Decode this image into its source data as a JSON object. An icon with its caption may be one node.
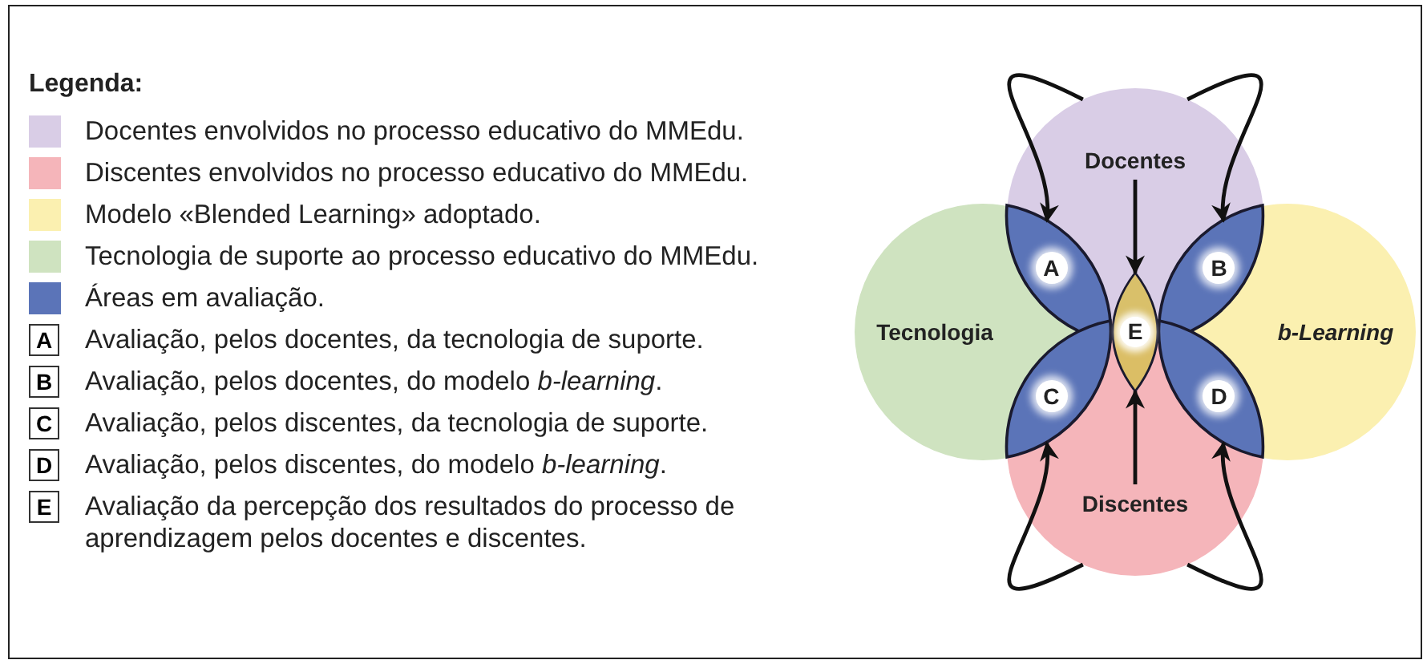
{
  "diagram": {
    "nodes": [
      {
        "text": [
          "Docentes"
        ]
      },
      {
        "text": [
          "Tecnologia"
        ]
      },
      {
        "text": [
          "b-Learning"
        ]
      },
      {
        "text": [
          "Discentes"
        ]
      },
      {
        "text": [
          "A"
        ]
      },
      {
        "text": [
          "B"
        ]
      },
      {
        "text": [
          "C"
        ]
      },
      {
        "text": [
          "D"
        ]
      },
      {
        "text": [
          "E"
        ]
      }
    ],
    "edges": [
      {
        "from": 0,
        "to": 4,
        "arrow": "to"
      },
      {
        "from": 0,
        "to": 5,
        "arrow": "to"
      },
      {
        "from": 3,
        "to": 6,
        "arrow": "to"
      },
      {
        "from": 3,
        "to": 7,
        "arrow": "to"
      },
      {
        "from": 0,
        "to": 8,
        "arrow": "to"
      },
      {
        "from": 3,
        "to": 8,
        "arrow": "to"
      }
    ],
    "labels": [
      "Legenda:",
      "A",
      "Avaliação, pelos docentes, da tecnologia de suporte.",
      "B",
      "Avaliação, pelos docentes, do modelo *b-learning*.",
      "C",
      "Avaliação, pelos discentes, da tecnologia de suporte.",
      "D",
      "Avaliação, pelos discentes, do modelo *b-learning*.",
      "E",
      "Avaliação da percepção dos resultados do processo de aprendizagem pelos docentes e discentes."
    ],
    "legend": [
      {
        "text": "Docentes envolvidos no processo educativo do MMEdu.",
        "color": "#d9cde6"
      },
      {
        "text": "Discentes envolvidos no processo educativo do MMEdu.",
        "color": "#f5b5ba"
      },
      {
        "text": "Modelo «Blended Learning» adoptado.",
        "color": "#fbf0b0"
      },
      {
        "text": "Tecnologia de suporte ao processo educativo do MMEdu.",
        "color": "#cfe3c0"
      },
      {
        "text": "Áreas em avaliação.",
        "color": "#5b74b8"
      }
    ]
  }
}
